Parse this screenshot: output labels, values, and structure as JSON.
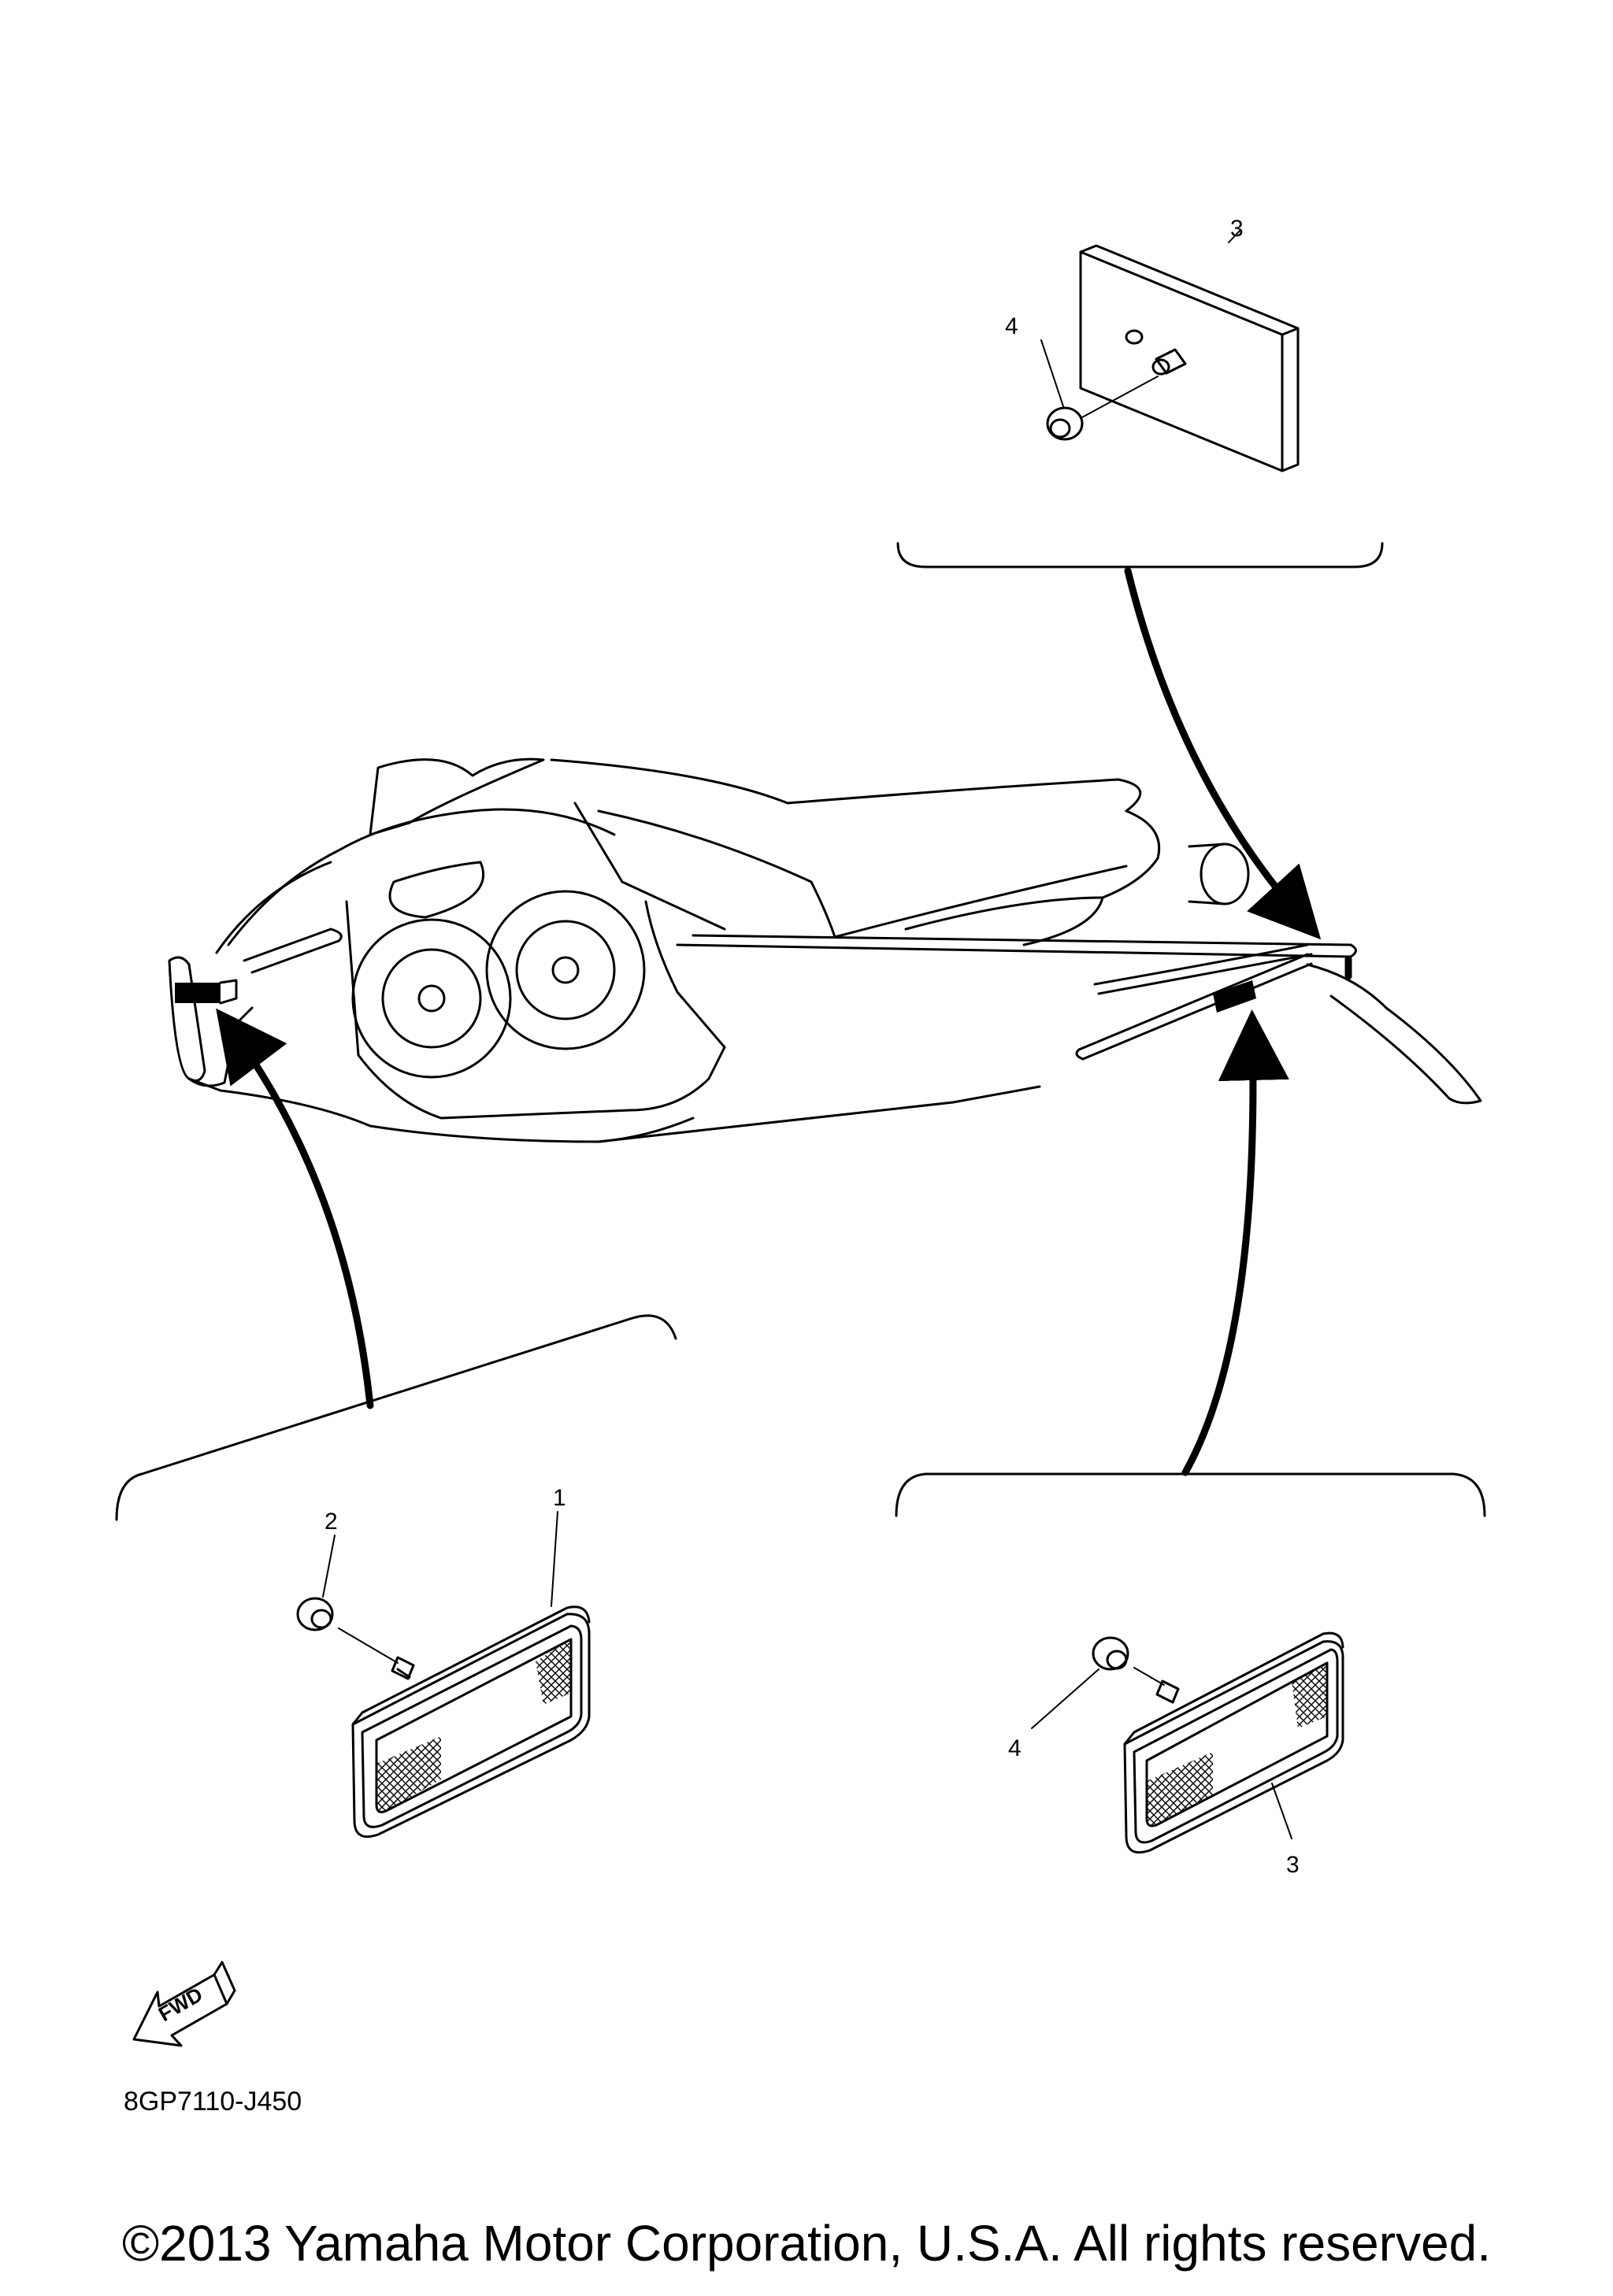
{
  "callouts": {
    "top_panel_3": "3",
    "top_panel_4": "4",
    "left_panel_1": "1",
    "left_panel_2": "2",
    "right_panel_4": "4",
    "right_panel_3": "3"
  },
  "fwd_label": "FWD",
  "part_code": "8GP7110-J450",
  "copyright": "©2013 Yamaha Motor Corporation, U.S.A. All rights reserved."
}
